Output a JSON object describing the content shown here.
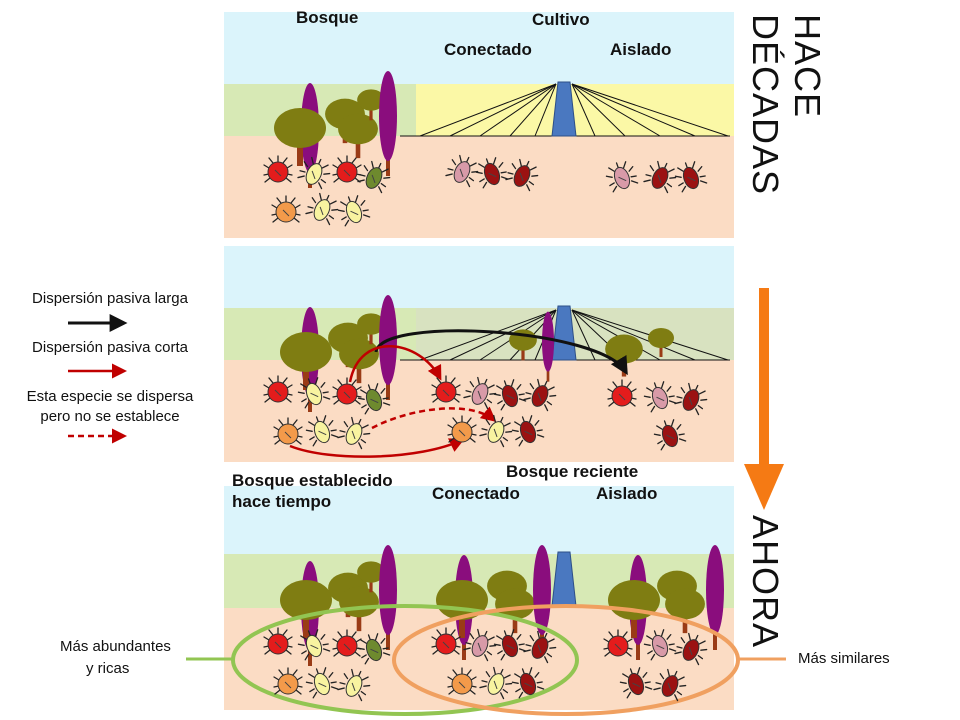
{
  "top_panel": {
    "bosque_label": "Bosque",
    "cultivo_label": "Cultivo",
    "conectado_label": "Conectado",
    "aislado_label": "Aislado"
  },
  "bottom_panel": {
    "old_forest_label": "Bosque establecido hace tiempo",
    "recent_forest_label": "Bosque reciente",
    "conectado_label": "Conectado",
    "aislado_label": "Aislado"
  },
  "timeline": {
    "past_label": "HACE DÉCADAS",
    "present_label": "AHORA",
    "arrow_color": "#f57a14"
  },
  "legend": {
    "long_dispersal": "Dispersión pasiva larga",
    "short_dispersal": "Dispersión pasiva corta",
    "no_establish_line1": "Esta especie se dispersa",
    "no_establish_line2": "pero no se establece"
  },
  "annotations": {
    "more_abundant_line1": "Más abundantes",
    "more_abundant_line2": "y ricas",
    "more_similar": "Más similares"
  },
  "colors": {
    "sky": "#dbf4fb",
    "grass": "#d7e9b5",
    "crop": "#fbf8a6",
    "soil": "#fbdcc4",
    "tree_canopy": "#7f7d12",
    "trunk": "#9a3b16",
    "poplar": "#8a0d7d",
    "road": "#4a78c0",
    "green_oval": "#92c552",
    "orange_oval": "#f0a060",
    "mite_red": "#e41c1c",
    "mite_yellow": "#f8f3a0",
    "mite_olive": "#6e8a2e",
    "mite_orange": "#f39a4a",
    "mite_pink": "#d89aa8",
    "mite_dark": "#9b1212"
  }
}
